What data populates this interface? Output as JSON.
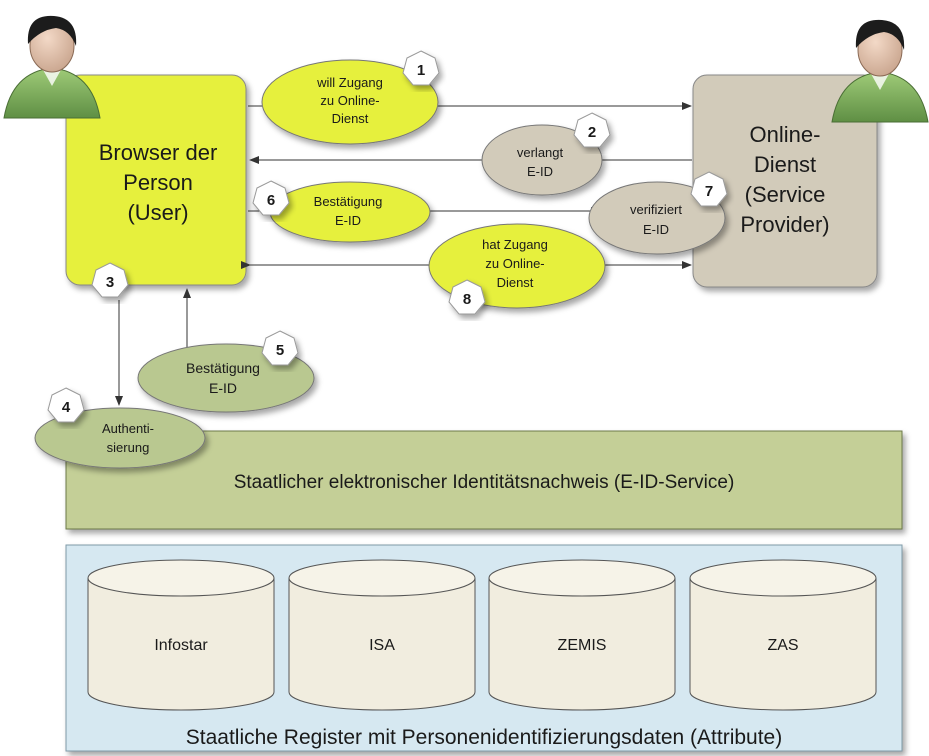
{
  "browser": {
    "line1": "Browser der",
    "line2": "Person",
    "line3": "(User)"
  },
  "service": {
    "line1": "Online-",
    "line2": "Dienst",
    "line3": "(Service",
    "line4": "Provider)"
  },
  "messages": {
    "m1": {
      "line1": "will Zugang",
      "line2": "zu Online-",
      "line3": "Dienst"
    },
    "m2": {
      "line1": "verlangt",
      "line2": "E-ID"
    },
    "m6": {
      "line1": "Bestätigung",
      "line2": "E-ID"
    },
    "m7": {
      "line1": "verifiziert",
      "line2": "E-ID"
    },
    "m8": {
      "line1": "hat Zugang",
      "line2": "zu Online-",
      "line3": "Dienst"
    },
    "m5": {
      "line1": "Bestätigung",
      "line2": "E-ID"
    },
    "m4": {
      "line1": "Authenti-",
      "line2": "sierung"
    }
  },
  "steps": {
    "s1": "1",
    "s2": "2",
    "s3": "3",
    "s4": "4",
    "s5": "5",
    "s6": "6",
    "s7": "7",
    "s8": "8"
  },
  "eid_service": {
    "label": "Staatlicher elektronischer Identitätsnachweis (E-ID-Service)"
  },
  "registers": {
    "label": "Staatliche Register mit Personenidentifizierungsdaten (Attribute)",
    "r1": "Infostar",
    "r2": "ISA",
    "r3": "ZEMIS",
    "r4": "ZAS"
  },
  "colors": {
    "yellow": "#e6f03c",
    "tan": "#d2cbba",
    "green": "#c4cf97",
    "olive": "#b9c890",
    "blue": "#d6e8f1",
    "cylinder": "#f1eddf"
  }
}
